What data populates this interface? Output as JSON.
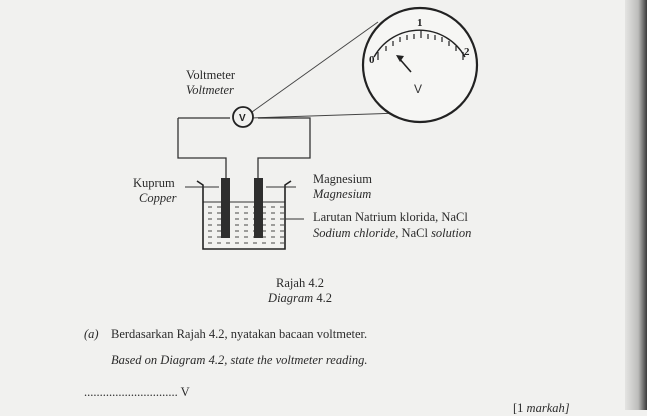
{
  "diagram": {
    "voltmeter_label_ms": "Voltmeter",
    "voltmeter_label_en": "Voltmeter",
    "voltmeter_symbol": "V",
    "dial": {
      "scale_labels": [
        "0",
        "1",
        "2"
      ],
      "unit": "V",
      "needle_reading": 0.35
    },
    "left_electrode_ms": "Kuprum",
    "left_electrode_en": "Copper",
    "right_electrode_ms": "Magnesium",
    "right_electrode_en": "Magnesium",
    "solution_ms": "Larutan Natrium klorida, NaCl",
    "solution_en_prefix": "Sodium chloride,",
    "solution_en_formula": "NaCl",
    "solution_en_suffix": "solution",
    "caption_ms": "Rajah 4.2",
    "caption_en_word": "Diagram",
    "caption_en_num": "4.2"
  },
  "question": {
    "label": "(a)",
    "text_ms": "Berdasarkan Rajah 4.2, nyatakan bacaan voltmeter.",
    "text_en": "Based on Diagram 4.2, state the voltmeter reading.",
    "answer_line": "..............................",
    "answer_unit": "V",
    "marks_open": "[1",
    "marks_word": "markah]"
  }
}
